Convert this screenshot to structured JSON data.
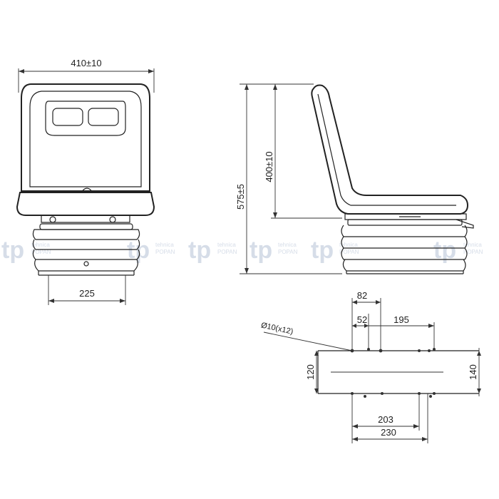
{
  "watermark": {
    "logo": "tp",
    "line1": "tehnica",
    "line2": "POPAN",
    "color": "#d6dde8"
  },
  "dimensions": {
    "front_width": "410±10",
    "base_width": "225",
    "total_height": "575±5",
    "backrest_height": "400±10",
    "dim_82": "82",
    "dim_52": "52",
    "dim_195": "195",
    "hole_spec": "Ø10(x12)",
    "dim_120": "120",
    "dim_140": "140",
    "dim_203": "203",
    "dim_230": "230"
  },
  "line_color": "#222222"
}
